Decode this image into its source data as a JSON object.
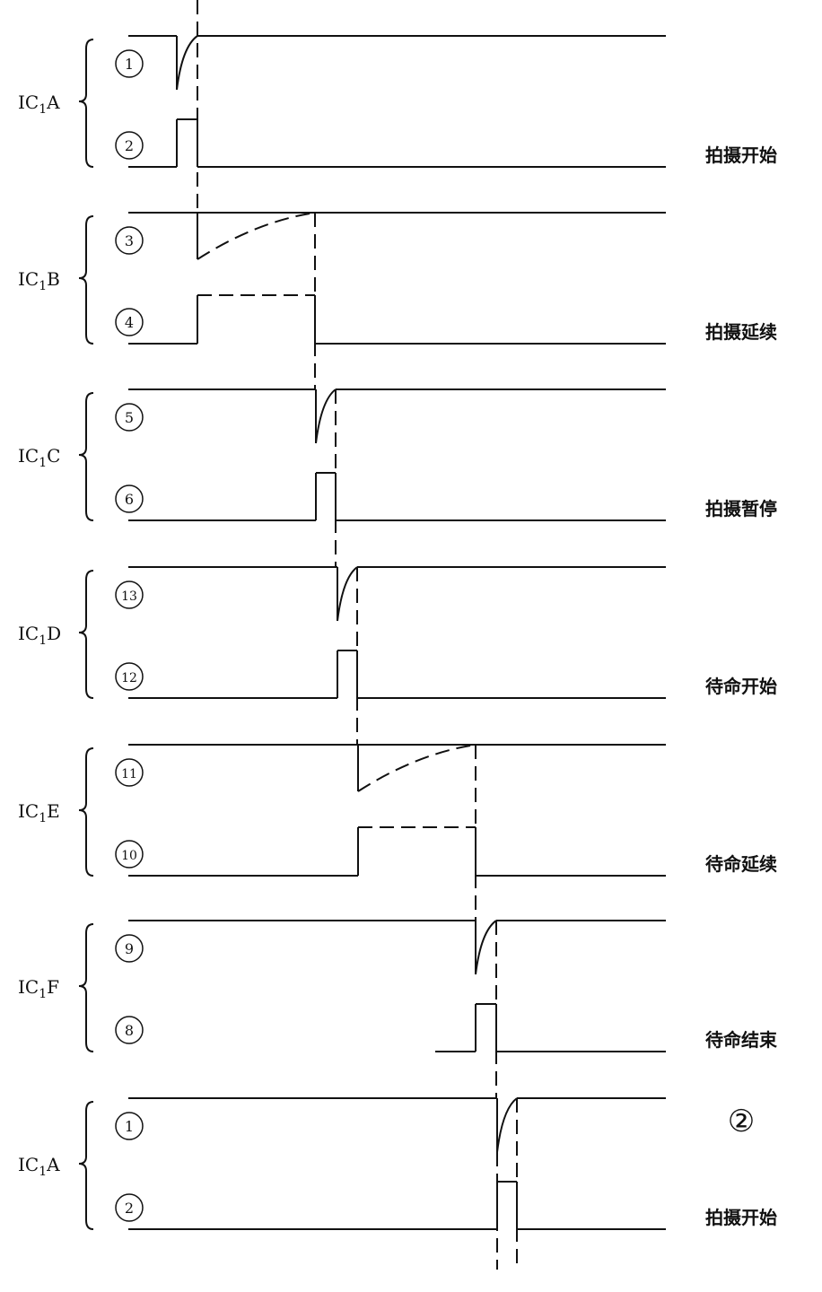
{
  "figure_number": "②",
  "groups": [
    {
      "chip": "IC",
      "sub": "1",
      "suffix": "A",
      "pins": [
        "1",
        "2"
      ],
      "caption": "拍摄开始",
      "wave": "pulse"
    },
    {
      "chip": "IC",
      "sub": "1",
      "suffix": "B",
      "pins": [
        "3",
        "4"
      ],
      "caption": "拍摄延续",
      "wave": "delay"
    },
    {
      "chip": "IC",
      "sub": "1",
      "suffix": "C",
      "pins": [
        "5",
        "6"
      ],
      "caption": "拍摄暂停",
      "wave": "pulse"
    },
    {
      "chip": "IC",
      "sub": "1",
      "suffix": "D",
      "pins": [
        "13",
        "12"
      ],
      "caption": "待命开始",
      "wave": "pulse"
    },
    {
      "chip": "IC",
      "sub": "1",
      "suffix": "E",
      "pins": [
        "11",
        "10"
      ],
      "caption": "待命延续",
      "wave": "delay"
    },
    {
      "chip": "IC",
      "sub": "1",
      "suffix": "F",
      "pins": [
        "9",
        "8"
      ],
      "caption": "待命结束",
      "wave": "pulse"
    },
    {
      "chip": "IC",
      "sub": "1",
      "suffix": "A",
      "pins": [
        "1",
        "2"
      ],
      "caption": "拍摄开始",
      "wave": "pulse"
    }
  ]
}
